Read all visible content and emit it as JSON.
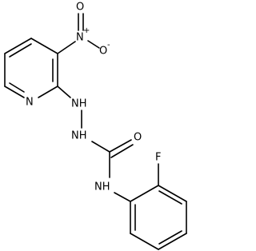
{
  "molecule": {
    "atom_labels": {
      "nitro_nitrogen": "N",
      "nitro_oxygen_double": "O",
      "nitro_oxygen_single": "O",
      "nitro_charge_plus": "+",
      "nitro_charge_minus": "-",
      "pyridine_nitrogen": "N",
      "hydrazine_nh_upper": "NH",
      "hydrazine_nh_lower": "NH",
      "carbonyl_oxygen": "O",
      "amide_nh": "NH",
      "fluorine": "F"
    }
  }
}
